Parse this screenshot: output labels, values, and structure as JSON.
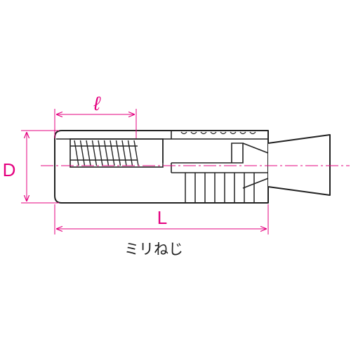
{
  "labels": {
    "diameter": "D",
    "thread_length": "ℓ",
    "total_length": "L",
    "caption": "ミリねじ"
  },
  "colors": {
    "dimension": "#e4007f",
    "outline": "#222222",
    "fill": "#ffffff"
  }
}
